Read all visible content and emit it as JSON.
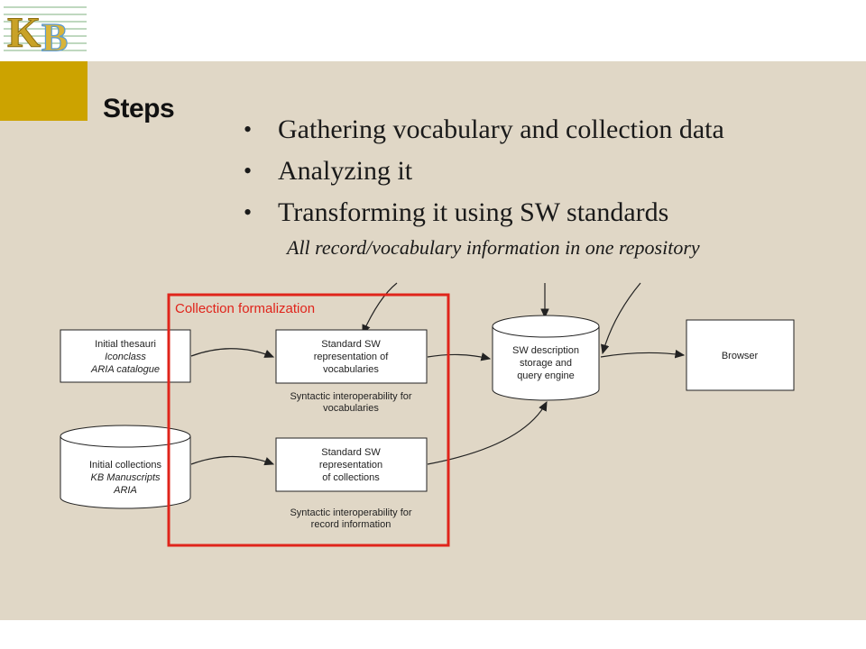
{
  "section_title": "Steps",
  "bullets": [
    "Gathering vocabulary and collection data",
    "Analyzing it",
    "Transforming it using SW standards"
  ],
  "sub_bullet": "All record/vocabulary information in one repository",
  "diagram": {
    "highlight_label": "Collection formalization",
    "highlight_color": "#e0241b",
    "thesauri_box": [
      "Initial thesauri",
      "Iconclass",
      "ARIA catalogue"
    ],
    "collections_db": [
      "Initial collections",
      "KB Manuscripts",
      "ARIA"
    ],
    "vocab_box": [
      "Standard SW",
      "representation of",
      "vocabularies"
    ],
    "vocab_caption": [
      "Syntactic interoperability for",
      "vocabularies"
    ],
    "coll_box": [
      "Standard SW",
      "representation",
      "of collections"
    ],
    "coll_caption": [
      "Syntactic interoperability for",
      "record information"
    ],
    "storage_db": [
      "SW description",
      "storage and",
      "query engine"
    ],
    "browser_box": "Browser"
  },
  "logo": {
    "text": "KB",
    "icon": "kb-logo-icon",
    "colors": [
      "#c9a227",
      "#5a9bd4",
      "#3f8f3f"
    ]
  },
  "colors": {
    "background": "#e0d7c6",
    "accent": "#cca300"
  }
}
